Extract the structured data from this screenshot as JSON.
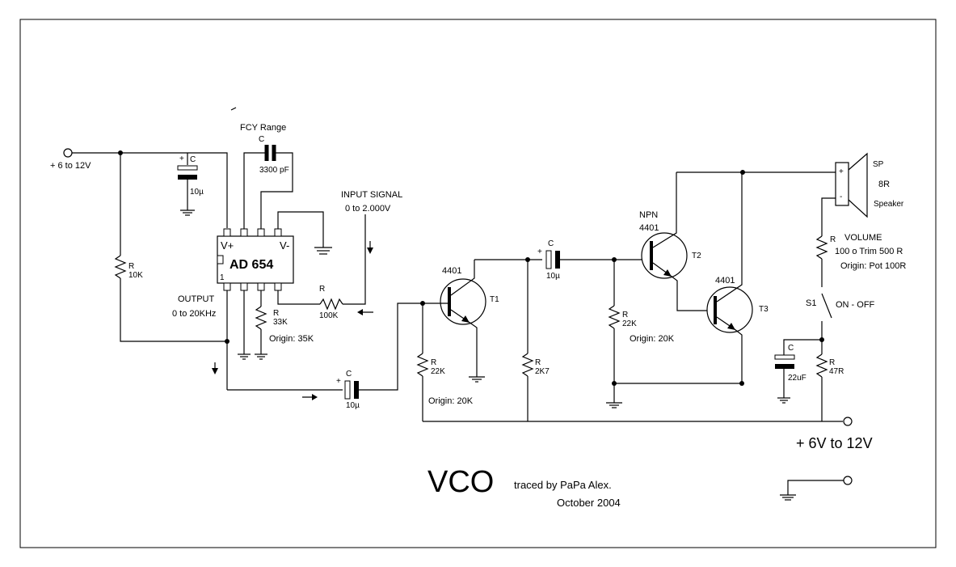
{
  "title": "VCO",
  "credit": "traced by PaPa   Alex.",
  "date": "October 2004",
  "ic": {
    "pin_vplus": "V+",
    "pin_vminus": "V-",
    "name": "AD 654",
    "pin_one": "1"
  },
  "power": {
    "left_input": "+ 6 to 12V",
    "right_output": "+ 6V to 12V"
  },
  "labels": {
    "fcy_range": "FCY Range",
    "c_letter": "C",
    "r_letter": "R",
    "c_3300": "3300 pF",
    "c_10u": "10µ",
    "c_22uf": "22uF",
    "r_10k": "10K",
    "r_33k": "33K",
    "r_100k": "100K",
    "r_22k": "22K",
    "r_2k7": "2K7",
    "r_47r": "47R",
    "origin_35k": "Origin: 35K",
    "origin_20k": "Origin: 20K",
    "input_signal": "INPUT SIGNAL",
    "input_range": "0 to 2.000V",
    "output": "OUTPUT",
    "output_range": "0 to 20KHz",
    "npn": "NPN",
    "part_4401": "4401",
    "t1": "T1",
    "t2": "T2",
    "t3": "T3",
    "sp": "SP",
    "sp_8r": "8R",
    "speaker": "Speaker",
    "plus": "+",
    "minus": "-",
    "volume": "VOLUME",
    "trim": "100  o Trim 500 R",
    "origin_pot": "Origin: Pot 100R",
    "s1": "S1",
    "on_off": "ON - OFF"
  }
}
